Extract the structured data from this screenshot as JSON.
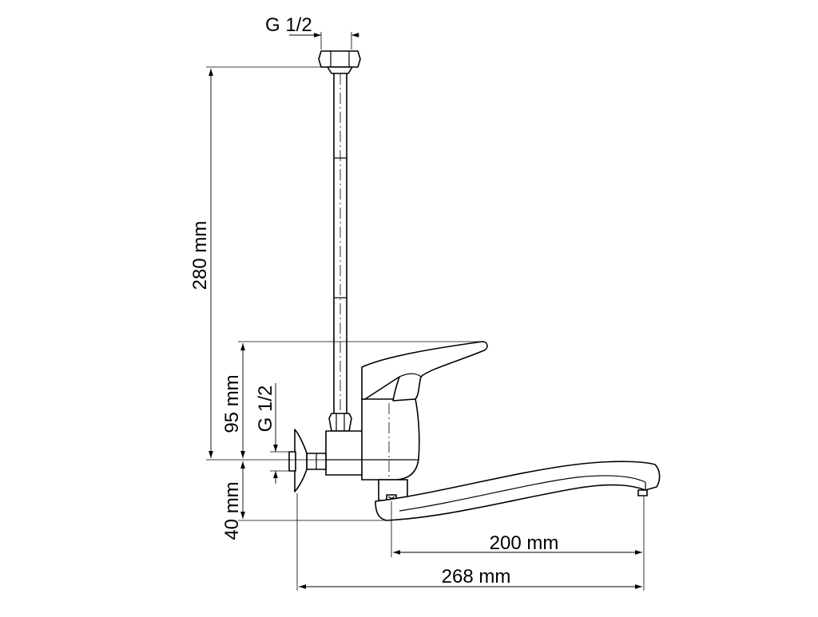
{
  "dimensions": {
    "top_thread": "G 1/2",
    "supply_length": "280 mm",
    "mixer_height": "95 mm",
    "side_thread": "G 1/2",
    "spout_height": "40 mm",
    "spout_reach": "200 mm",
    "overall_length": "268 mm"
  }
}
